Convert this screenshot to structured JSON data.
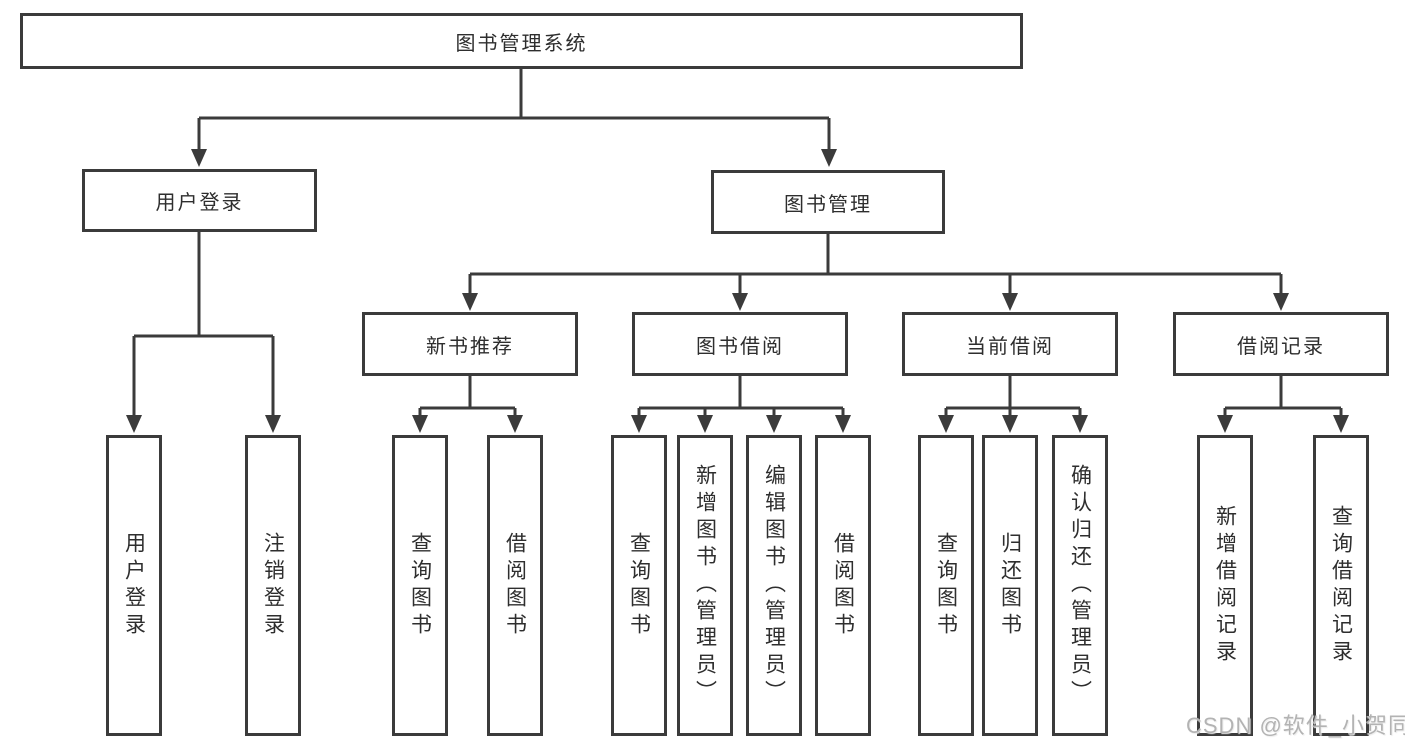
{
  "diagram": {
    "root": {
      "label": "图书管理系统"
    },
    "user_login": {
      "label": "用户登录",
      "children": [
        {
          "label": "用户登录"
        },
        {
          "label": "注销登录"
        }
      ]
    },
    "book_management": {
      "label": "图书管理",
      "sections": [
        {
          "label": "新书推荐",
          "children": [
            {
              "label": "查询图书"
            },
            {
              "label": "借阅图书"
            }
          ]
        },
        {
          "label": "图书借阅",
          "children": [
            {
              "label": "查询图书"
            },
            {
              "label": "新增图书（管理员）"
            },
            {
              "label": "编辑图书（管理员）"
            },
            {
              "label": "借阅图书"
            }
          ]
        },
        {
          "label": "当前借阅",
          "children": [
            {
              "label": "查询图书"
            },
            {
              "label": "归还图书"
            },
            {
              "label": "确认归还（管理员）"
            }
          ]
        },
        {
          "label": "借阅记录",
          "children": [
            {
              "label": "新增借阅记录"
            },
            {
              "label": "查询借阅记录"
            }
          ]
        }
      ]
    },
    "colors": {
      "line": "#3b3b3b",
      "text": "#2e2e2e",
      "watermark": "#b3b3b3"
    }
  },
  "watermark": {
    "text": "CSDN @软件_小贺同学"
  }
}
